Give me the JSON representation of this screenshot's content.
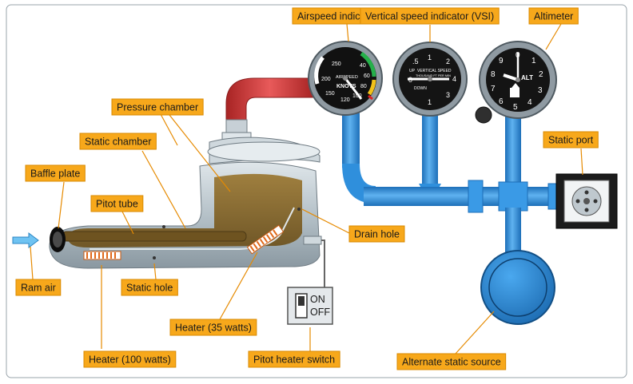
{
  "labels": {
    "asi": "Airspeed indicator (ASI)",
    "vsi": "Vertical speed indicator (VSI)",
    "altimeter": "Altimeter",
    "pressure_chamber": "Pressure chamber",
    "static_chamber": "Static chamber",
    "baffle_plate": "Baffle plate",
    "pitot_tube": "Pitot tube",
    "static_port": "Static port",
    "drain_hole": "Drain hole",
    "ram_air": "Ram air",
    "static_hole": "Static hole",
    "heater_35": "Heater (35 watts)",
    "heater_100": "Heater (100 watts)",
    "pitot_heater_switch": "Pitot heater switch",
    "alternate_static_source": "Alternate static source"
  },
  "switch": {
    "on": "ON",
    "off": "OFF"
  },
  "asi_dial": {
    "ticks": [
      "40",
      "60",
      "80",
      "100",
      "120",
      "150",
      "200",
      "250"
    ],
    "title": "AIRSPEED",
    "unit": "KNOTS"
  },
  "vsi_dial": {
    "up": "UP",
    "title": "VERTICAL SPEED",
    "sub": "THOUSAND FT PER MIN",
    "down": "DOWN",
    "numbers": [
      "0",
      "1",
      "2",
      "3",
      "4",
      ".5"
    ]
  },
  "alt_dial": {
    "numbers": [
      "0",
      "1",
      "2",
      "3",
      "4",
      "5",
      "6",
      "7",
      "8",
      "9"
    ],
    "title": "ALT"
  },
  "colors": {
    "label_fill": "#f7a81b",
    "label_border": "#d98a00",
    "leader": "#e68a00",
    "pipe_blue": "#2f8fdc",
    "pipe_red": "#d83a3a",
    "housing": "#b8c4cc",
    "chamber": "#8a6a2a",
    "bezel": "#2a2a2a"
  }
}
